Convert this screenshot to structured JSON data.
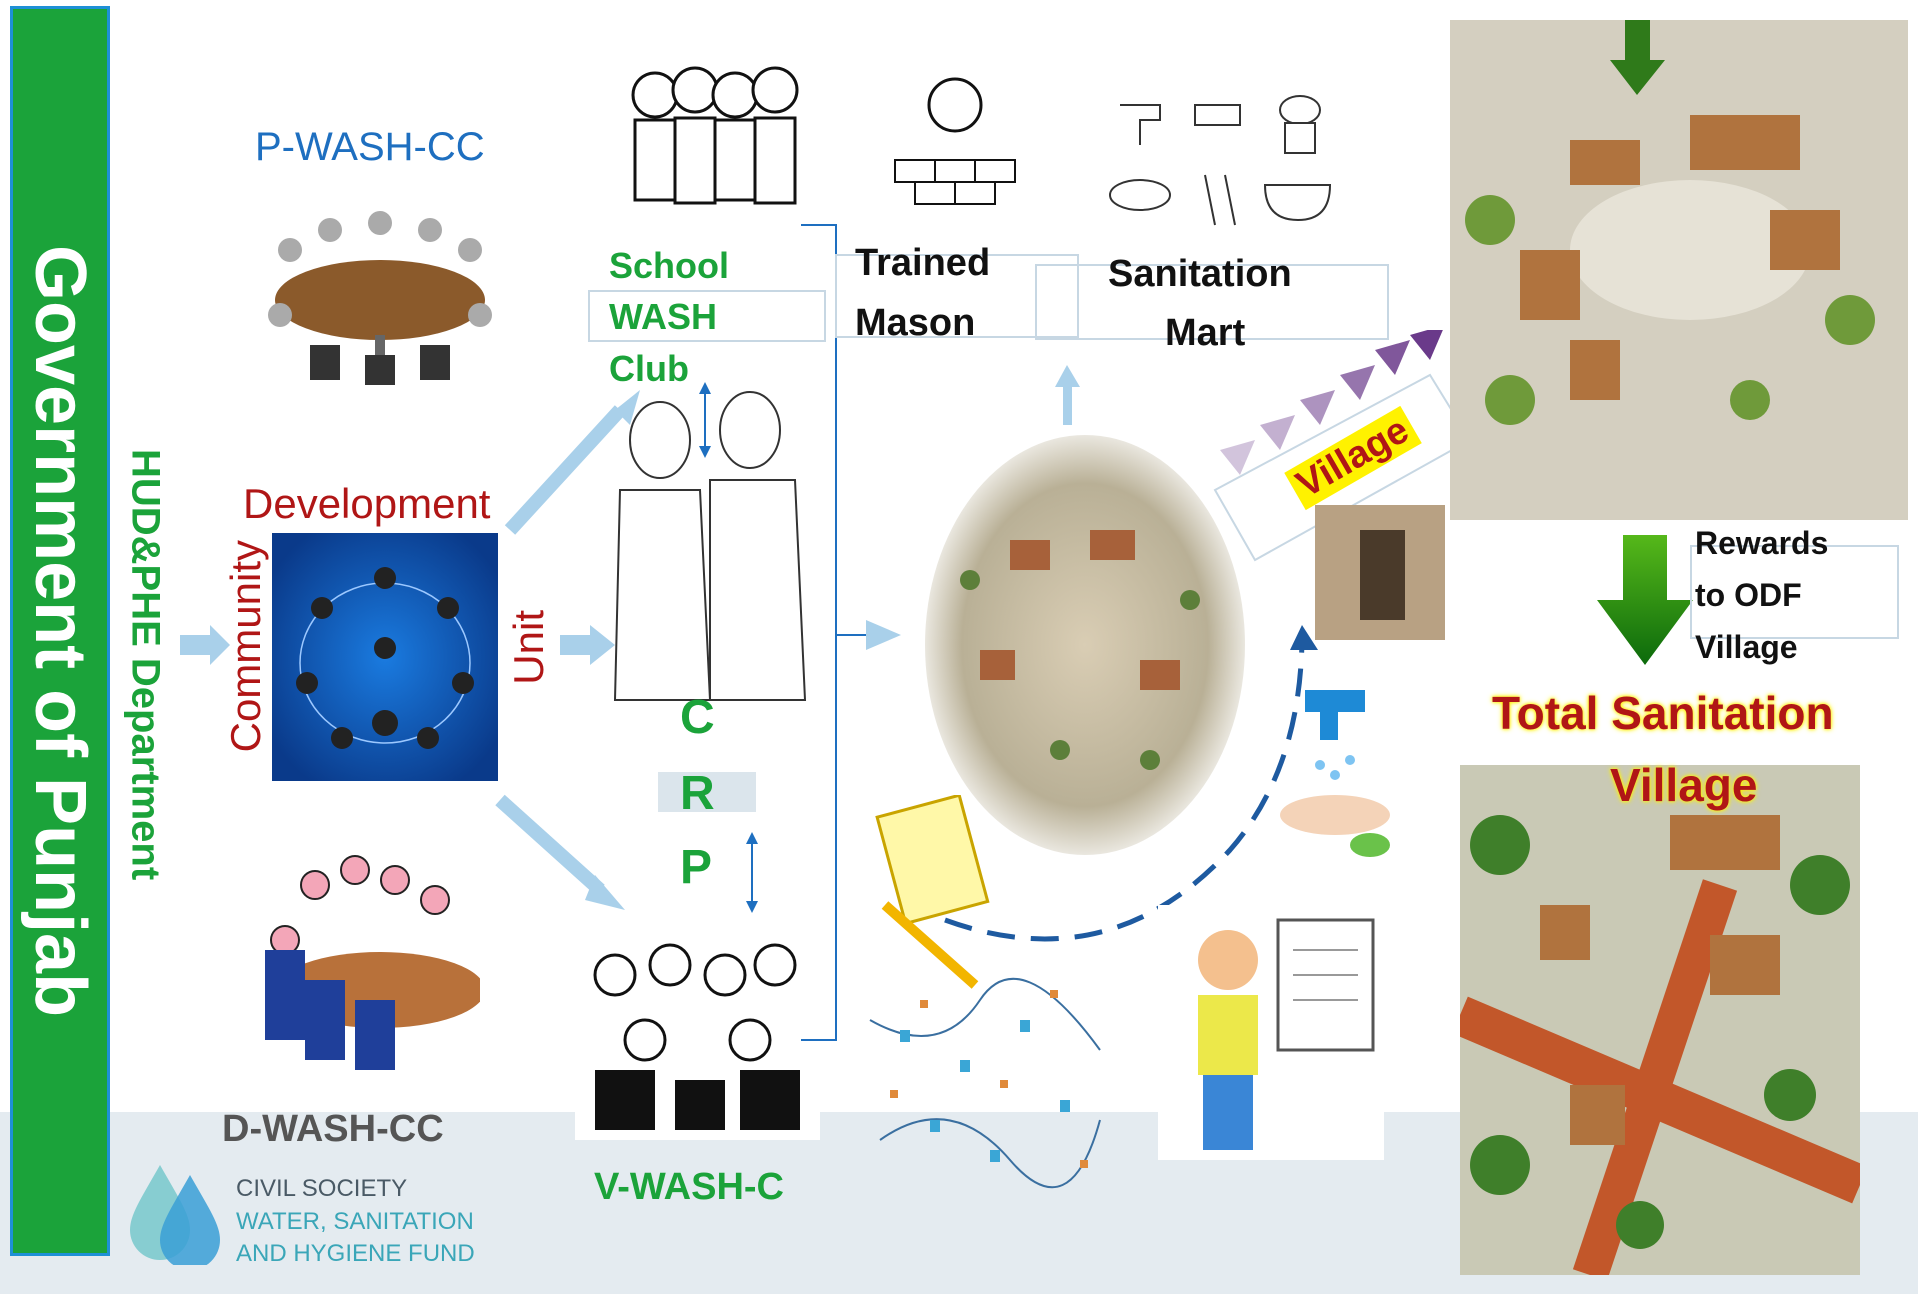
{
  "sidebar": {
    "government": "Government of Punjab",
    "department": "HUD&PHE Department"
  },
  "committees": {
    "provincial": "P-WASH-CC",
    "district": "D-WASH-CC",
    "village": "V-WASH-C"
  },
  "cdu": {
    "top": "Development",
    "left": "Community",
    "right": "Unit"
  },
  "school_club": [
    "School",
    "WASH",
    "Club"
  ],
  "crp": [
    "C",
    "R",
    "P"
  ],
  "mason": [
    "Trained",
    "Mason"
  ],
  "mart": [
    "Sanitation",
    "Mart"
  ],
  "odf_village": "Village",
  "rewards": [
    "Rewards",
    "to ODF",
    "Village"
  ],
  "total_sanitation": [
    "Total Sanitation",
    "Village"
  ],
  "logo": {
    "line1": "CIVIL SOCIETY",
    "line2": "WATER, SANITATION",
    "line3": "AND HYGIENE FUND"
  },
  "colors": {
    "green": "#1ba33a",
    "blue": "#1e6fc0",
    "red": "#b01616",
    "purple": "#6a3a8a"
  }
}
